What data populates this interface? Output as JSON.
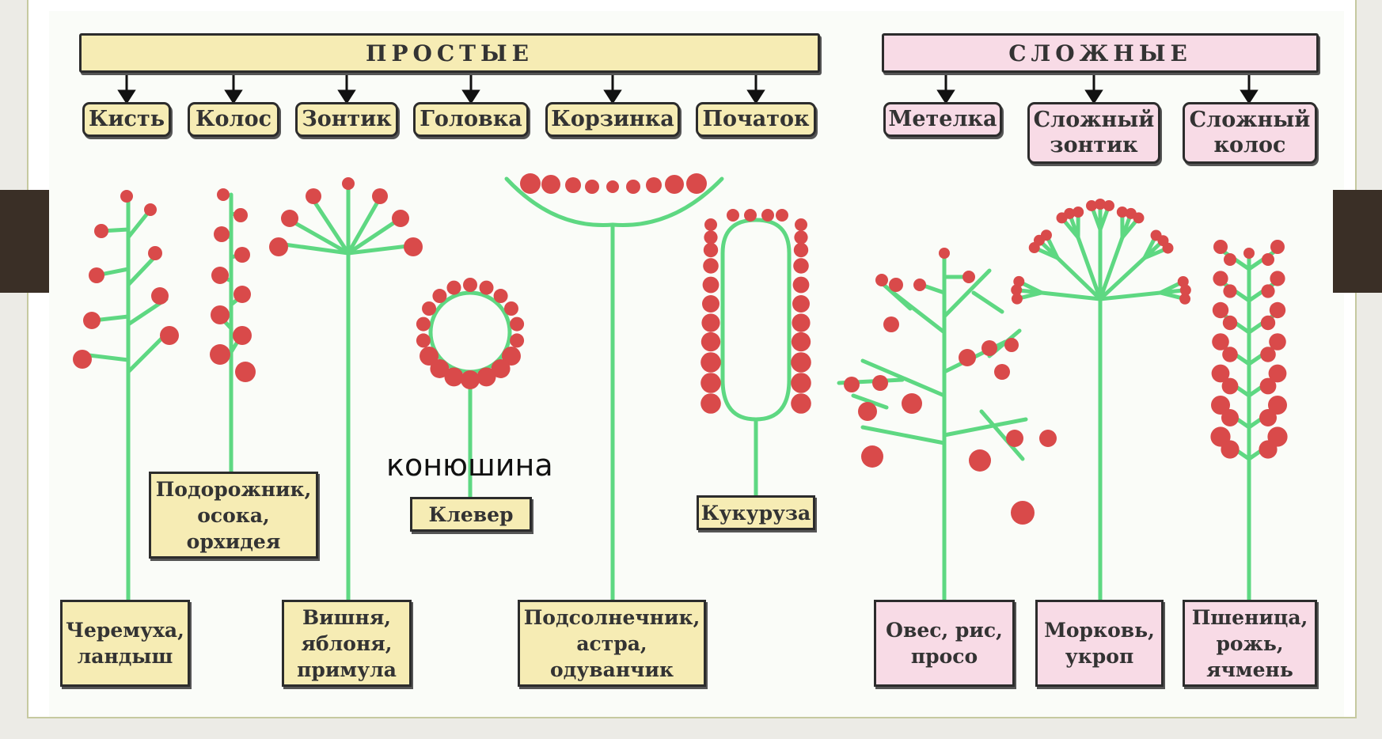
{
  "headers": {
    "simple": "ПРОСТЫЕ",
    "complex": "СЛОЖНЫЕ"
  },
  "types": {
    "kist": "Кисть",
    "kolos": "Колос",
    "zontik": "Зонтик",
    "golovka": "Головка",
    "korzinka": "Корзинка",
    "pochatok": "Початок",
    "metelka": "Метелка",
    "slozhny_zontik": "Сложный\nзонтик",
    "slozhny_kolos": "Сложный\nколос"
  },
  "examples": {
    "cheremukha": "Черемуха,\nландыш",
    "podorozhnik": "Подорожник,\nосока,\nорхидея",
    "vishnya": "Вишня,\nяблоня,\nпримула",
    "klever": "Клевер",
    "podsolnechnik": "Подсолнечник,\nастра,\nодуванчик",
    "kukuruza": "Кукуруза",
    "oves": "Овес, рис,\nпросо",
    "morkov": "Морковь,\nукроп",
    "pshenitsa": "Пшеница,\nрожь,\nячмень"
  },
  "annotation": "конюшина",
  "colors": {
    "stem": "#5ed882",
    "flower": "#d94a4a",
    "simple_fill": "#f6ecb4",
    "complex_fill": "#f8dbe6",
    "border": "#2c2c2c"
  }
}
